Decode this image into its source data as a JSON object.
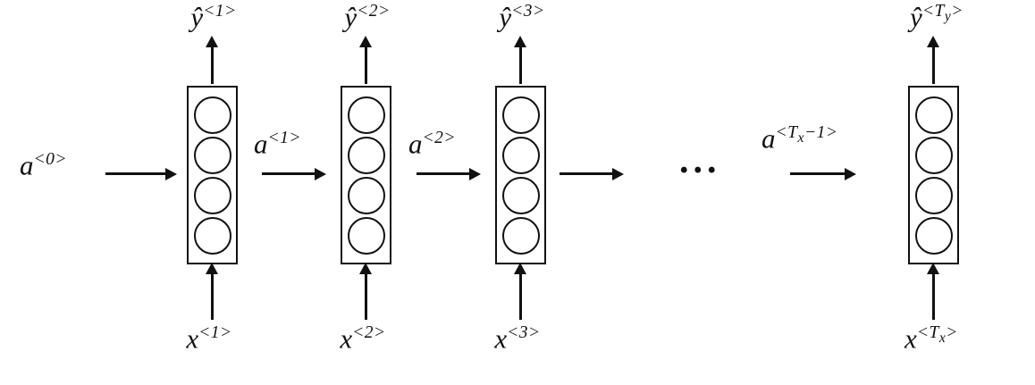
{
  "diagram": {
    "type": "rnn-unrolled-sequence",
    "background": "#ffffff",
    "stroke_color": "#111111",
    "units_per_cell": 4,
    "ellipsis": "...",
    "cells": [
      {
        "name": "timestep-1",
        "output": {
          "base": "ŷ",
          "sup_pre": "<1>",
          "sup_sub": "",
          "sup_post": ""
        },
        "input": {
          "base": "x",
          "sup_pre": "<1>",
          "sup_sub": "",
          "sup_post": ""
        }
      },
      {
        "name": "timestep-2",
        "output": {
          "base": "ŷ",
          "sup_pre": "<2>",
          "sup_sub": "",
          "sup_post": ""
        },
        "input": {
          "base": "x",
          "sup_pre": "<2>",
          "sup_sub": "",
          "sup_post": ""
        }
      },
      {
        "name": "timestep-3",
        "output": {
          "base": "ŷ",
          "sup_pre": "<3>",
          "sup_sub": "",
          "sup_post": ""
        },
        "input": {
          "base": "x",
          "sup_pre": "<3>",
          "sup_sub": "",
          "sup_post": ""
        }
      },
      {
        "name": "timestep-Ty",
        "output": {
          "base": "ŷ",
          "sup_pre": "<T",
          "sup_sub": "y",
          "sup_post": ">"
        },
        "input": {
          "base": "x",
          "sup_pre": "<T",
          "sup_sub": "x",
          "sup_post": ">"
        }
      }
    ],
    "activations": [
      {
        "base": "a",
        "sup_pre": "<0>",
        "sup_sub": "",
        "sup_post": ""
      },
      {
        "base": "a",
        "sup_pre": "<1>",
        "sup_sub": "",
        "sup_post": ""
      },
      {
        "base": "a",
        "sup_pre": "<2>",
        "sup_sub": "",
        "sup_post": ""
      },
      {
        "base": "a",
        "sup_pre": "<T",
        "sup_sub": "x",
        "sup_post": "−1>"
      }
    ]
  }
}
